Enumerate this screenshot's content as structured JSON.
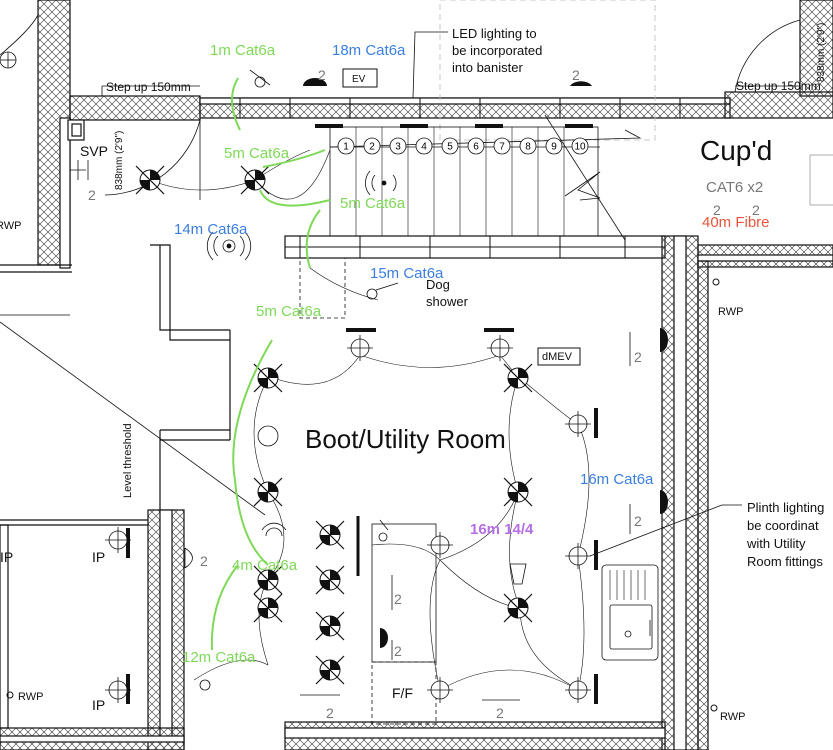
{
  "plan": {
    "room_title": "Boot/Utility Room",
    "cupboard_title": "Cup'd",
    "cupboard_cat6": "CAT6  x2",
    "led_note": [
      "LED lighting to",
      "be incorporated",
      "into banister"
    ],
    "plinth_note": [
      "Plinth lighting",
      "be coordinat",
      "with Utility",
      "Room fittings"
    ],
    "dog_shower": [
      "Dog",
      "shower"
    ],
    "step_left": "Step up 150mm",
    "step_right": "Step up 150mm",
    "door_dim_left": "838mm (2'9\")",
    "door_dim_right": "838mm (2'9\")",
    "level_threshold": "Level threshold",
    "svp": "SVP",
    "ev": "EV",
    "dmev": "dMEV",
    "ff": "F/F",
    "ip": "IP",
    "rwp": "RWP",
    "two": "2",
    "cable_labels": {
      "c1": "1m Cat6a",
      "c2": "18m Cat6a",
      "c3": "5m Cat6a",
      "c4": "5m Cat6a",
      "c5": "14m Cat6a",
      "c6": "15m Cat6a",
      "c7": "5m Cat6a",
      "c8": "16m Cat6a",
      "c9": "16m 14/4",
      "c10": "4m Cat6a",
      "c11": "12m Cat6a",
      "c12": "40m Fibre"
    },
    "stair_numbers": [
      "1",
      "2",
      "3",
      "4",
      "5",
      "6",
      "7",
      "8",
      "9",
      "10"
    ]
  },
  "colors": {
    "cat6a_green": "#7ed957",
    "cat6a_blue": "#3b7fe0",
    "fibre_red": "#e8553a",
    "power_purple": "#b56ee6",
    "line": "#111111"
  }
}
